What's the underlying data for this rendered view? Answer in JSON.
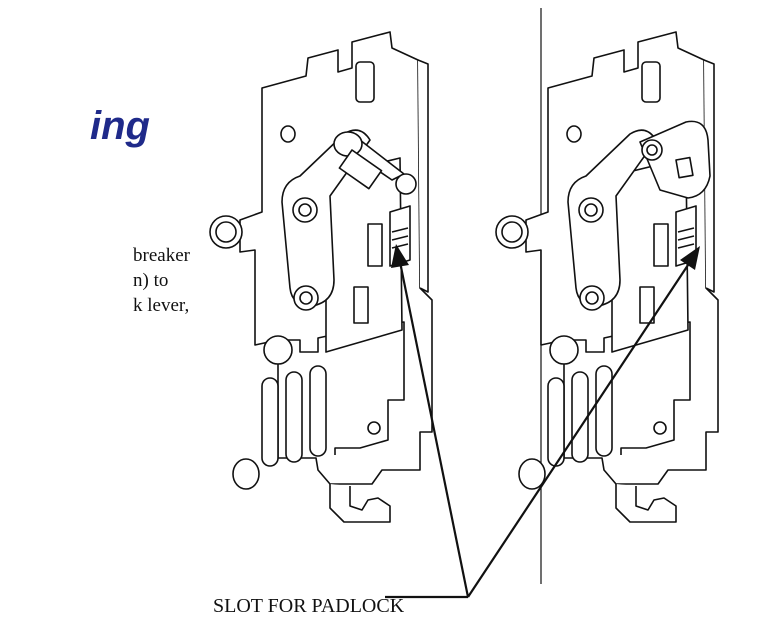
{
  "heading": {
    "fragment": "ing"
  },
  "body_text": {
    "lines": [
      "breaker",
      "n) to",
      "k lever,"
    ]
  },
  "callout": {
    "label": "SLOT FOR PADLOCK"
  },
  "colors": {
    "heading": "#1f2a8a",
    "ink": "#111111",
    "background": "#ffffff"
  }
}
